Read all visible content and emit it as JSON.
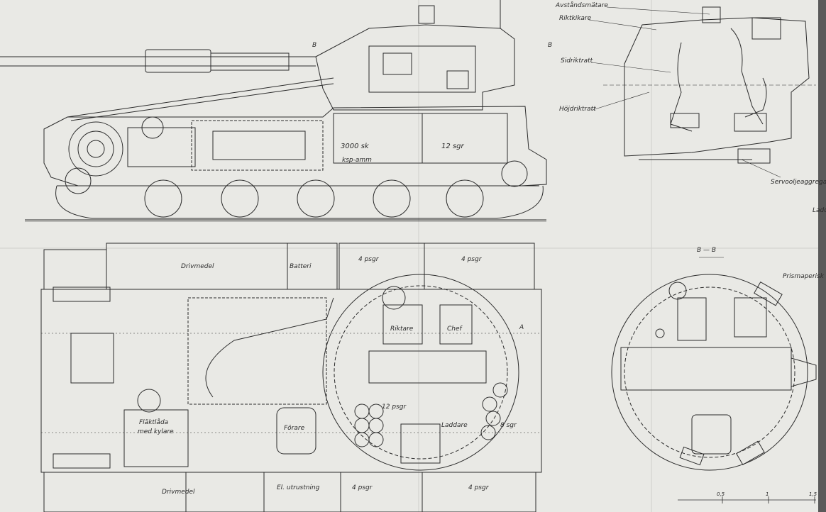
{
  "sheet": {
    "paper_color": "#e9e9e5",
    "ink_color": "#2b2b2b",
    "fold_color": "#d6d6d2"
  },
  "side_view": {
    "labels": {
      "ammo_count": "3000 sk",
      "ammo_type": "ksp-amm",
      "shells": "12 sgr",
      "section_mark": "B",
      "section_mark_right": "B"
    }
  },
  "turret_section": {
    "labels": {
      "rangefinder": "Avståndsmätare",
      "gun_sight": "Riktkikare",
      "traverse_handwheel": "Sidriktratt",
      "elevation_handwheel": "Höjdriktratt",
      "servo_unit": "Servooljeaggregat",
      "cut_off_right": "Ladd"
    }
  },
  "top_view": {
    "labels": {
      "fuel_top": "Drivmedel",
      "battery": "Batteri",
      "psgr_top_1": "4 psgr",
      "psgr_top_2": "4 psgr",
      "gunner": "Riktare",
      "commander": "Chef",
      "psgr_12": "12 psgr",
      "loader": "Laddare",
      "sgr_8": "8 sgr",
      "fan_housing": "Fläktlåda",
      "with_cooler": "med kylare",
      "driver": "Förare",
      "fuel_bottom": "Drivmedel",
      "electrical": "El. utrustning",
      "psgr_bottom_1": "4 psgr",
      "psgr_bottom_2": "4 psgr",
      "direction_mark": "A"
    }
  },
  "turret_plan": {
    "labels": {
      "section_title": "B — B",
      "periscope": "Prismaperisk"
    }
  },
  "scale_bar": {
    "ticks": [
      "0,5",
      "1",
      "1,5"
    ]
  }
}
